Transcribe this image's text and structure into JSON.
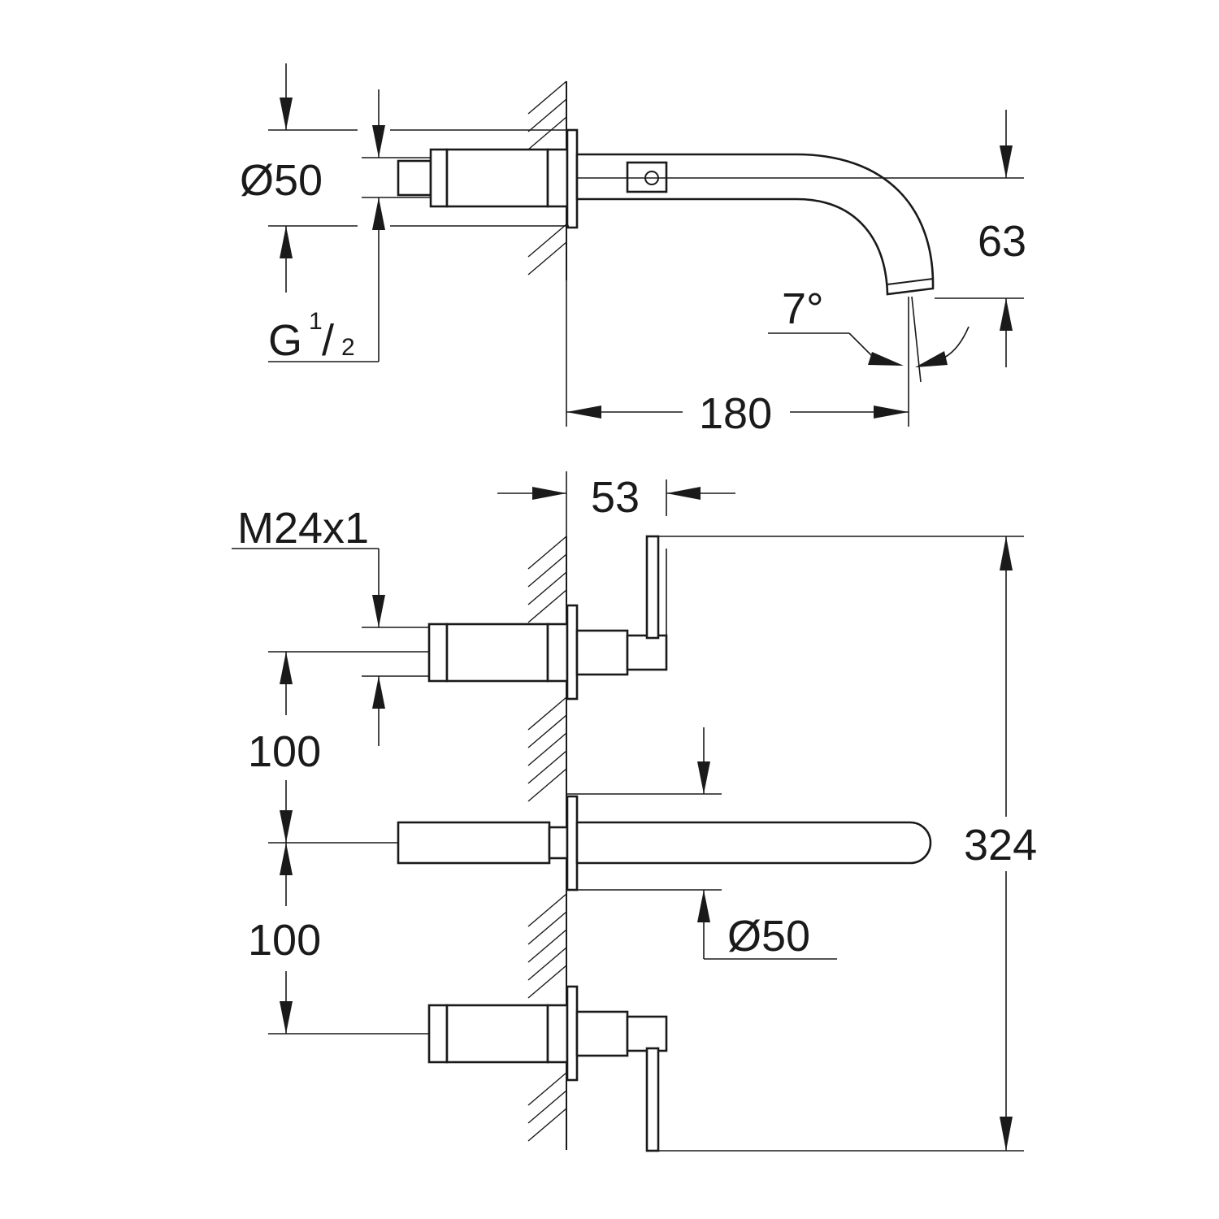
{
  "colors": {
    "line": "#1a1a1a",
    "background": "#ffffff"
  },
  "side_view": {
    "diameter_label": "Ø50",
    "thread_label": "G",
    "thread_sup": "1",
    "thread_sub": "2",
    "spout_height": "63",
    "spout_angle": "7°",
    "projection": "180"
  },
  "front_view": {
    "clearance": "53",
    "connection_thread": "M24x1",
    "spacing_upper": "100",
    "spacing_lower": "100",
    "overall_height": "324",
    "spout_diameter_label": "Ø50"
  }
}
